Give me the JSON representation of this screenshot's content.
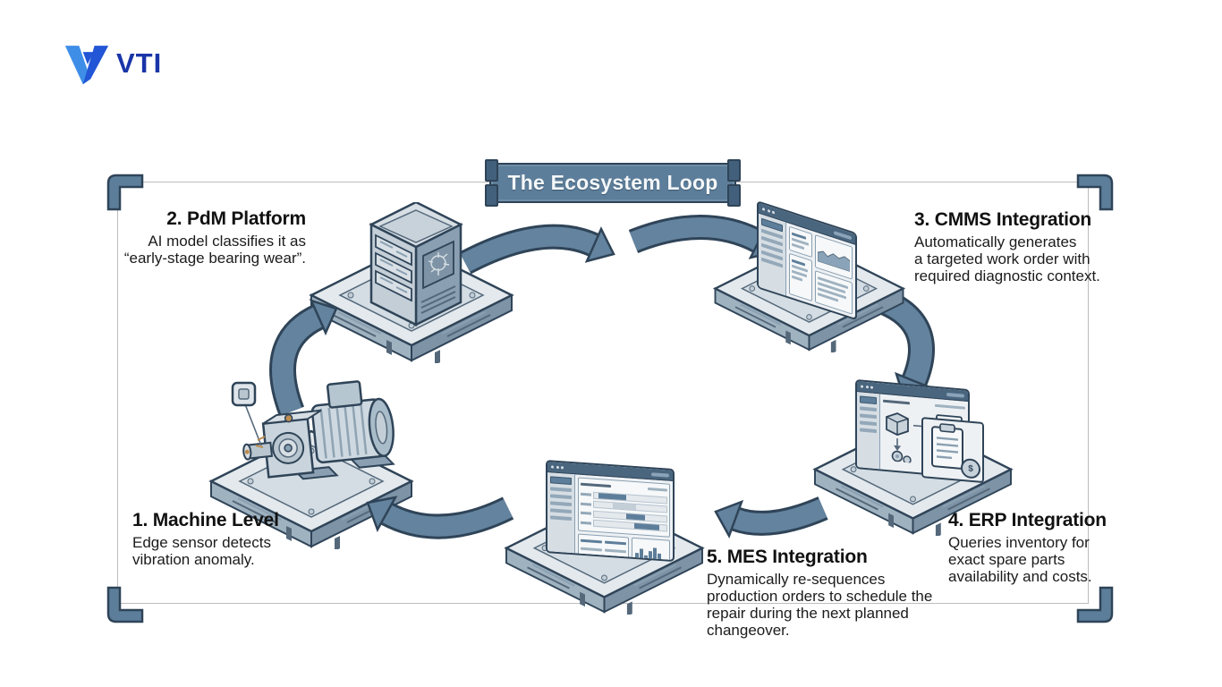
{
  "logo": {
    "text": "VTI"
  },
  "banner": {
    "title": "The Ecosystem Loop"
  },
  "nodes": [
    {
      "id": "machine-level",
      "title": "1. Machine Level",
      "lines": [
        "Edge sensor detects",
        "vibration anomaly."
      ]
    },
    {
      "id": "pdm-platform",
      "title": "2. PdM Platform",
      "lines": [
        "AI model classifies it as",
        "“early-stage bearing wear”."
      ]
    },
    {
      "id": "cmms-integration",
      "title": "3. CMMS Integration",
      "lines": [
        "Automatically generates",
        "a targeted work order with",
        "required diagnostic context."
      ]
    },
    {
      "id": "erp-integration",
      "title": "4. ERP Integration",
      "lines": [
        "Queries inventory for",
        "exact spare parts",
        "availability and costs."
      ]
    },
    {
      "id": "mes-integration",
      "title": "5. MES Integration",
      "lines": [
        "Dynamically re-sequences",
        "production orders to schedule the",
        "repair during the next planned",
        "changeover."
      ]
    }
  ],
  "icons": {
    "dollar": "$"
  },
  "colors": {
    "accent_slate": "#5d7e9a",
    "outline_dark": "#2f4458",
    "logo_light_blue": "#3e8ee8",
    "logo_dark_blue": "#2256d6",
    "logo_text_blue": "#1a35a8",
    "frame_gray": "#bcbcbc",
    "text_dark": "#1b1b1b"
  }
}
